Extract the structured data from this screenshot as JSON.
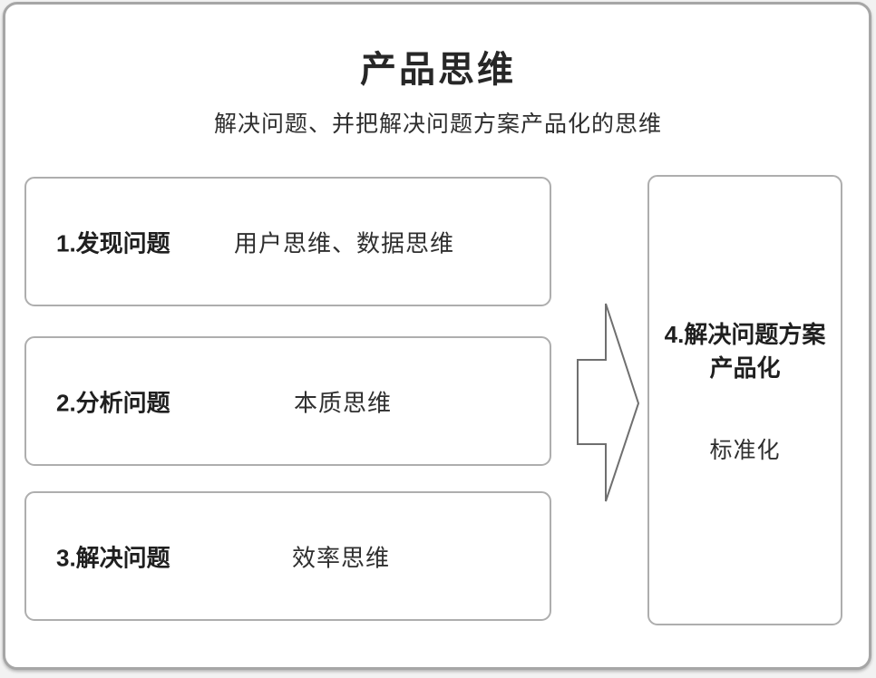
{
  "title": "产品思维",
  "subtitle": "解决问题、并把解决问题方案产品化的思维",
  "diagram": {
    "steps": [
      {
        "label": "1.发现问题",
        "detail": "用户思维、数据思维"
      },
      {
        "label": "2.分析问题",
        "detail": "本质思维"
      },
      {
        "label": "3.解决问题",
        "detail": "效率思维"
      }
    ],
    "arrow": {
      "name": "block-arrow",
      "direction": "right"
    },
    "result": {
      "label_line1": "4.解决问题方案",
      "label_line2": "产品化",
      "detail": "标准化"
    }
  },
  "colors": {
    "text_primary": "#1f1f1f",
    "text_secondary": "#2f2f2f",
    "box_border": "#aeaeae",
    "frame_border": "#a6a6a6",
    "arrow_stroke": "#6f6f6f",
    "background": "#ffffff"
  }
}
